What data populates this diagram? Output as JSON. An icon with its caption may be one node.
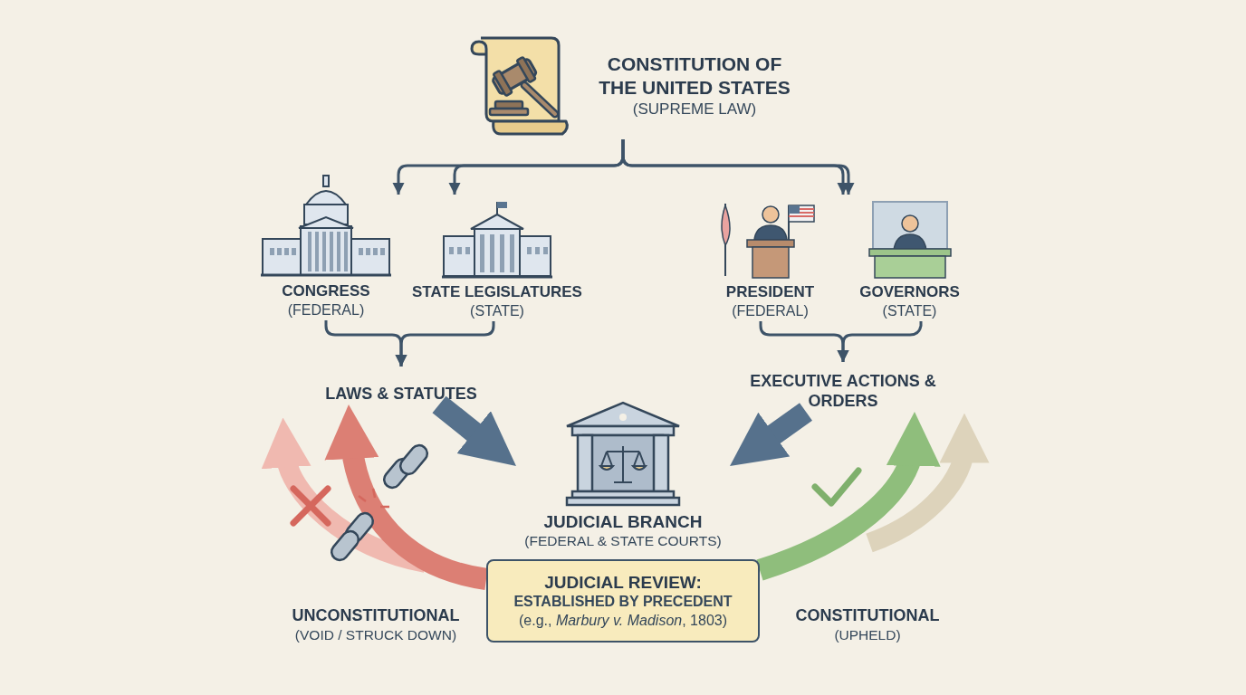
{
  "diagram": {
    "nodes": [
      {
        "text": [
          "CONSTITUTION OF THE UNITED STATES",
          "(SUPREME LAW)"
        ]
      },
      {
        "text": [
          "CONGRESS",
          "(FEDERAL)"
        ]
      },
      {
        "text": [
          "STATE LEGISLATURES",
          "(STATE)"
        ]
      },
      {
        "text": [
          "PRESIDENT",
          "(FEDERAL)"
        ]
      },
      {
        "text": [
          "GOVERNORS",
          "(STATE)"
        ]
      },
      {
        "text": [
          "LAWS & STATUTES"
        ]
      },
      {
        "text": [
          "EXECUTIVE ACTIONS & ORDERS"
        ]
      },
      {
        "text": [
          "JUDICIAL BRANCH",
          "(FEDERAL & STATE COURTS)"
        ]
      },
      {
        "text": [
          "JUDICIAL REVIEW:",
          "ESTABLISHED BY PRECEDENT",
          "(e.g., *Marbury v. Madison*, 1803)"
        ]
      },
      {
        "text": [
          "UNCONSTITUTIONAL",
          "(VOID / STRUCK DOWN)"
        ]
      },
      {
        "text": [
          "CONSTITUTIONAL",
          "(UPHELD)"
        ]
      }
    ],
    "edges": [
      {
        "from": 0,
        "to": 1,
        "arrow": "to"
      },
      {
        "from": 0,
        "to": 2,
        "arrow": "to"
      },
      {
        "from": 0,
        "to": 3,
        "arrow": "to"
      },
      {
        "from": 0,
        "to": 4,
        "arrow": "to"
      },
      {
        "from": 1,
        "to": 5,
        "arrow": "to"
      },
      {
        "from": 2,
        "to": 5,
        "arrow": "to"
      },
      {
        "from": 3,
        "to": 6,
        "arrow": "to"
      },
      {
        "from": 4,
        "to": 6,
        "arrow": "to"
      },
      {
        "from": 5,
        "to": 7,
        "arrow": "to",
        "style": "thick",
        "color": "#56718c"
      },
      {
        "from": 6,
        "to": 7,
        "arrow": "to",
        "style": "thick",
        "color": "#56718c"
      },
      {
        "from": 8,
        "to": 5,
        "arrow": "to",
        "style": "thick",
        "color": "#dc7f74"
      },
      {
        "from": 8,
        "to": 6,
        "arrow": "to",
        "style": "thick",
        "color": "#8fbe7c"
      }
    ]
  }
}
